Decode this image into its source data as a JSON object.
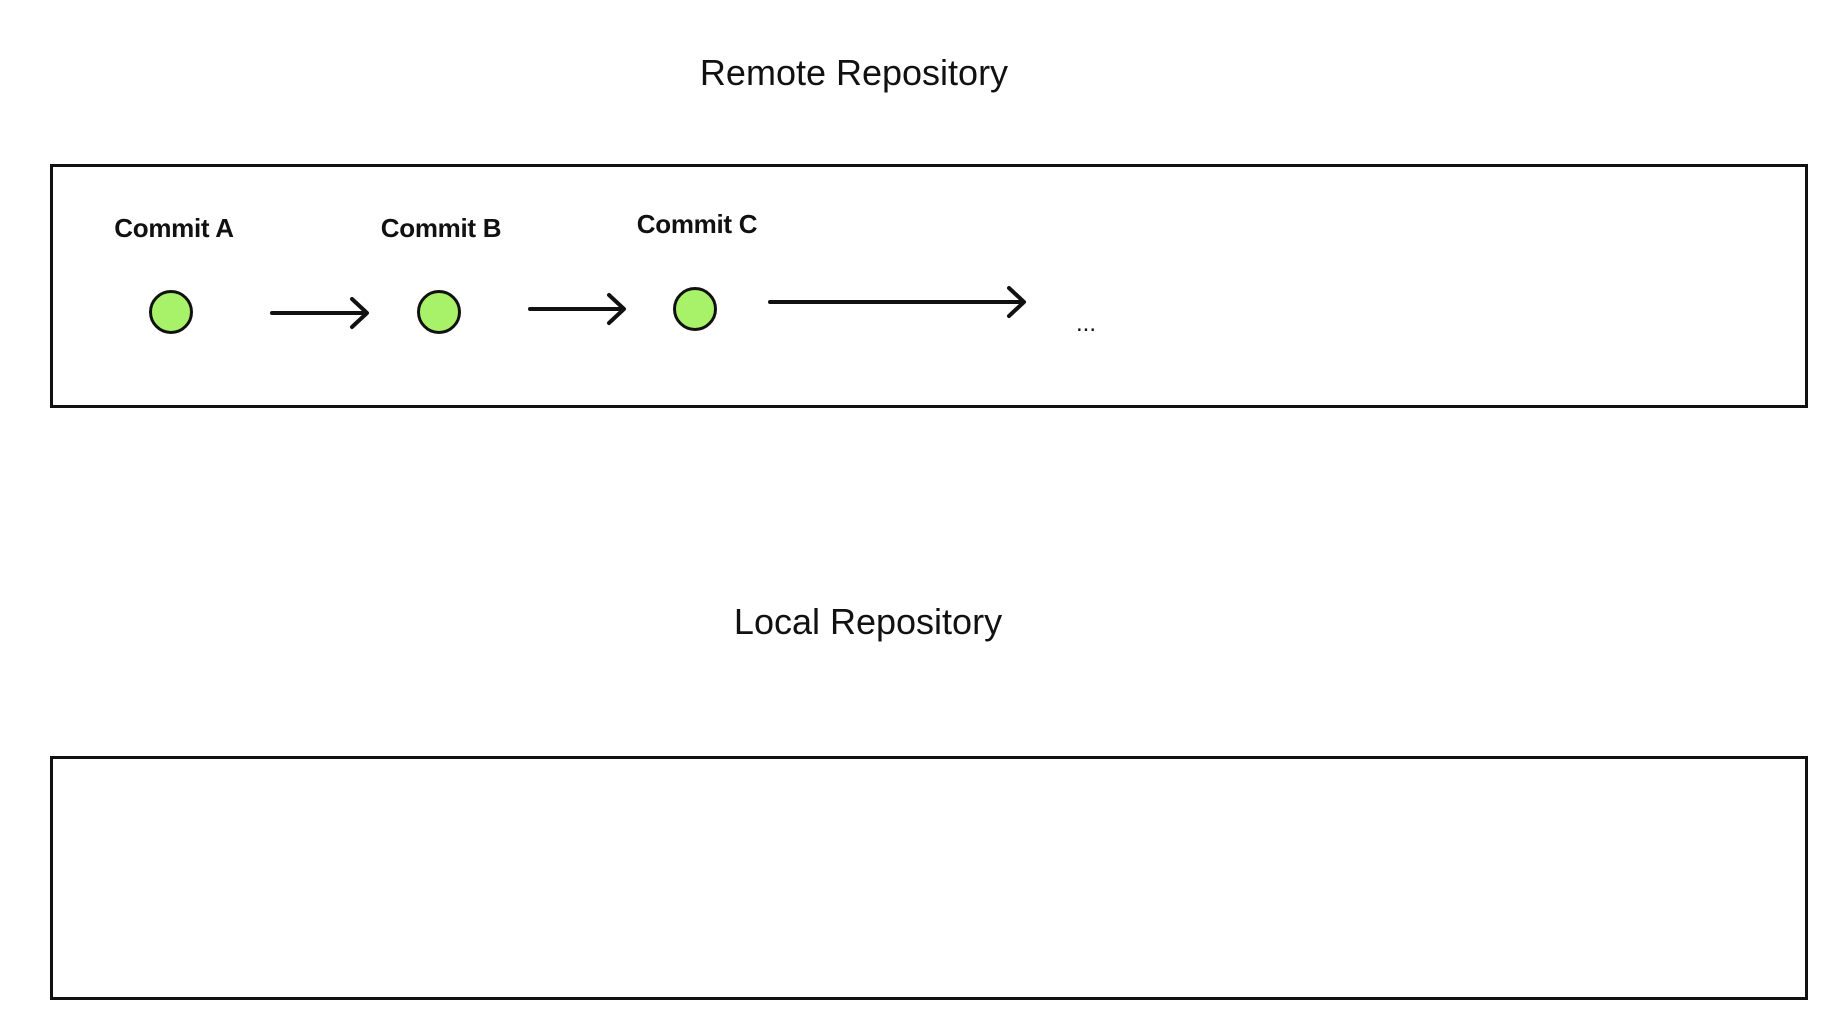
{
  "remote": {
    "title": "Remote Repository",
    "commits": [
      {
        "label": "Commit A"
      },
      {
        "label": "Commit B"
      },
      {
        "label": "Commit C"
      }
    ],
    "continuation": "..."
  },
  "local": {
    "title": "Local Repository"
  },
  "colors": {
    "commit_fill": "#a8f26a",
    "outline": "#111111",
    "background": "#ffffff"
  }
}
